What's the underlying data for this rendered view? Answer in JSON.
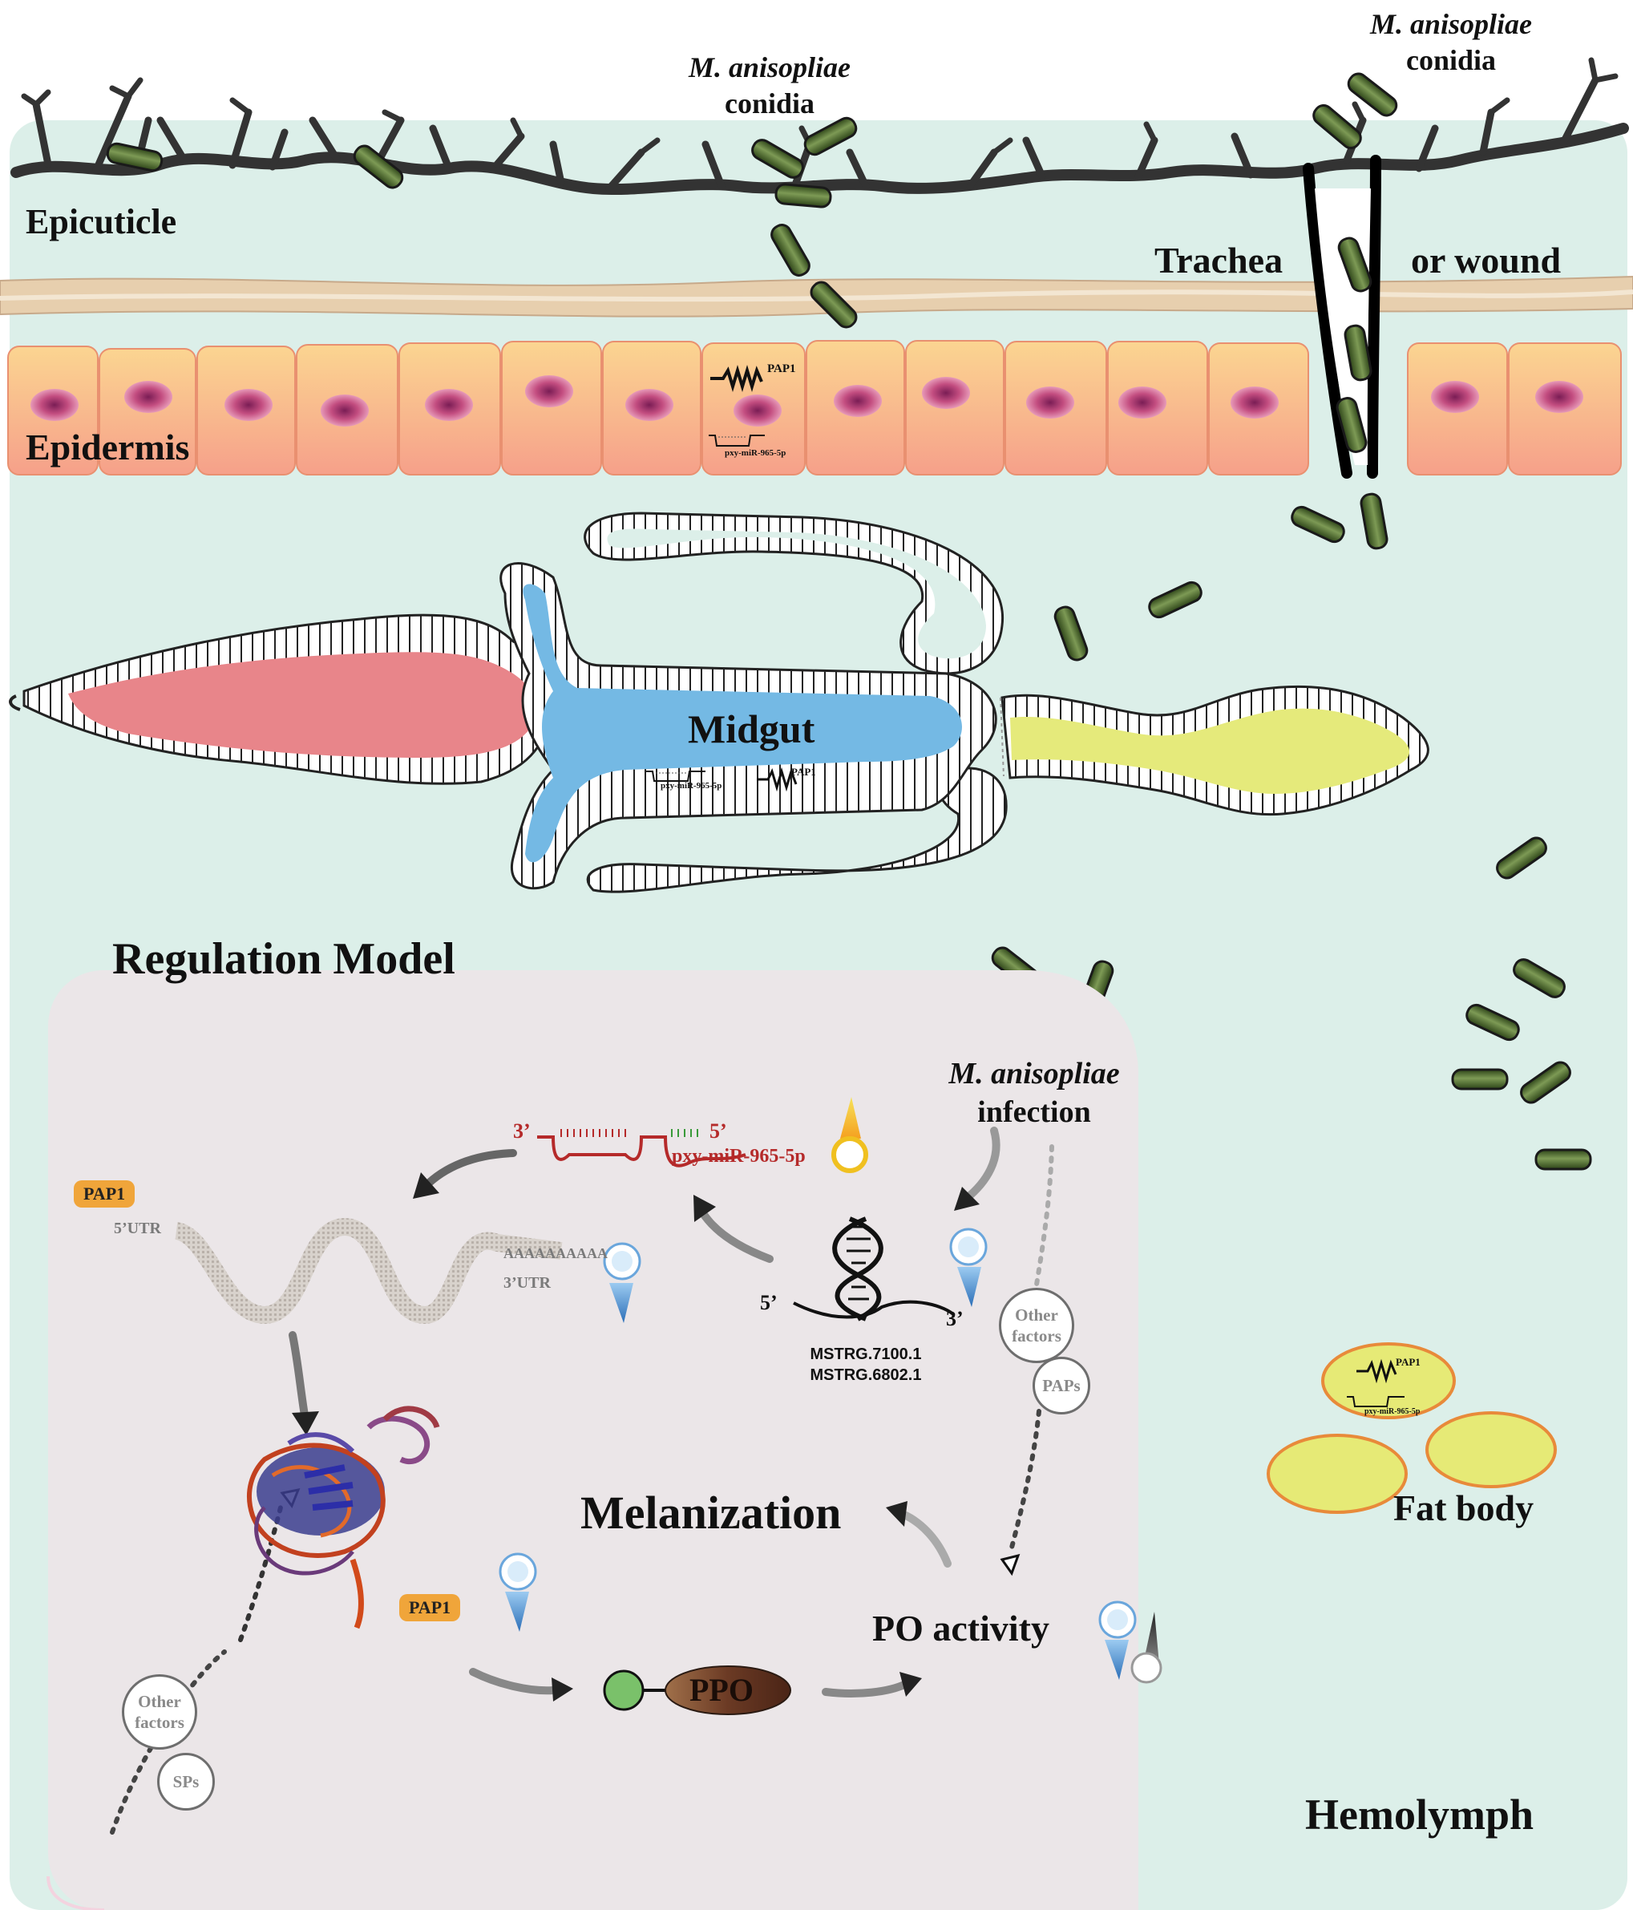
{
  "tissues": {
    "epicuticle": "Epicuticle",
    "epidermis": "Epidermis",
    "trachea": "Trachea",
    "or_wound": "or wound",
    "midgut": "Midgut",
    "fat_body": "Fat body",
    "hemolymph": "Hemolymph"
  },
  "pathogen": {
    "species": "M. anisopliae",
    "conidia": "conidia",
    "infection": "infection"
  },
  "mini_labels": {
    "pap1": "PAP1",
    "mirna_short": "pxy-miR-965-5p",
    "prime3": "3'",
    "prime5": "5'"
  },
  "model": {
    "title": "Regulation Model",
    "pap1_tag": "PAP1",
    "utr5": "5’UTR",
    "utr3": "3’UTR",
    "polyA": "AAAAAAAAAA",
    "mirna": "pxy-miR-965-5p",
    "mirna_3prime": "3’",
    "mirna_5prime": "5’",
    "lnc_5prime": "5’",
    "lnc_3prime": "3’",
    "lncrna_1": "MSTRG.7100.1",
    "lncrna_2": "MSTRG.6802.1",
    "other_factors": "Other factors",
    "paps": "PAPs",
    "sps": "SPs",
    "melanization": "Melanization",
    "po_activity": "PO activity",
    "ppo": "PPO",
    "pap1_protein_tag": "PAP1"
  },
  "colors": {
    "background": "#dcefe9",
    "regulation_box": "#ebe6e8",
    "epidermis_cell": "#f6c08a",
    "nucleus": "#c24a7a",
    "conidia": "#4d6a2c",
    "foregut": "#e8858a",
    "midgut": "#74b9e4",
    "hindgut": "#e5ea7b",
    "fat_body": "#e6ea76",
    "pap1_tag": "#f0a53a",
    "mirna": "#b52a2a",
    "ppo": "#7a4030",
    "upregulated": "#4f90d6",
    "decreased": "#444444"
  },
  "icons": {
    "downregulation_marker": "blue-pin-icon",
    "upregulation_marker": "orange-pin-icon",
    "activation_arrow": "curved-arrow-icon",
    "inhibition_marker": "open-triangle-icon"
  }
}
